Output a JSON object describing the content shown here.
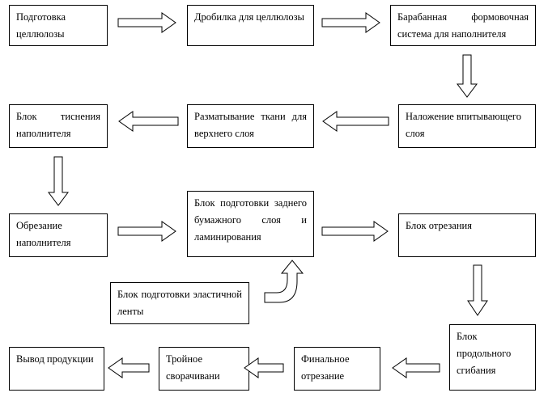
{
  "diagram": {
    "nodes": [
      {
        "id": "n1",
        "label": "Подготовка целлюлозы"
      },
      {
        "id": "n2",
        "label": "Дробилка для целлюлозы"
      },
      {
        "id": "n3",
        "label": "Барабанная формовочная система для наполнителя"
      },
      {
        "id": "n4",
        "label": "Наложение впитывающего слоя"
      },
      {
        "id": "n5",
        "label": "Разматывание ткани для верхнего слоя"
      },
      {
        "id": "n6",
        "label": "Блок тиснения наполнителя"
      },
      {
        "id": "n7",
        "label": "Обрезание наполнителя"
      },
      {
        "id": "n8",
        "label": "Блок подготовки заднего бумажного слоя и ламинирования"
      },
      {
        "id": "n9",
        "label": "Блок отрезания"
      },
      {
        "id": "n10",
        "label": "Блок подготовки эластичной ленты"
      },
      {
        "id": "n11",
        "label": "Блок продольного сгибания"
      },
      {
        "id": "n12",
        "label": "Финальное отрезание"
      },
      {
        "id": "n13",
        "label": "Тройное сворачивани"
      },
      {
        "id": "n14",
        "label": "Вывод продукции"
      }
    ],
    "edges": [
      {
        "from": "n1",
        "to": "n2"
      },
      {
        "from": "n2",
        "to": "n3"
      },
      {
        "from": "n3",
        "to": "n4"
      },
      {
        "from": "n4",
        "to": "n5"
      },
      {
        "from": "n5",
        "to": "n6"
      },
      {
        "from": "n6",
        "to": "n7"
      },
      {
        "from": "n7",
        "to": "n8"
      },
      {
        "from": "n8",
        "to": "n9"
      },
      {
        "from": "n10",
        "to": "n8"
      },
      {
        "from": "n9",
        "to": "n11"
      },
      {
        "from": "n11",
        "to": "n12"
      },
      {
        "from": "n12",
        "to": "n13"
      },
      {
        "from": "n13",
        "to": "n14"
      }
    ]
  }
}
